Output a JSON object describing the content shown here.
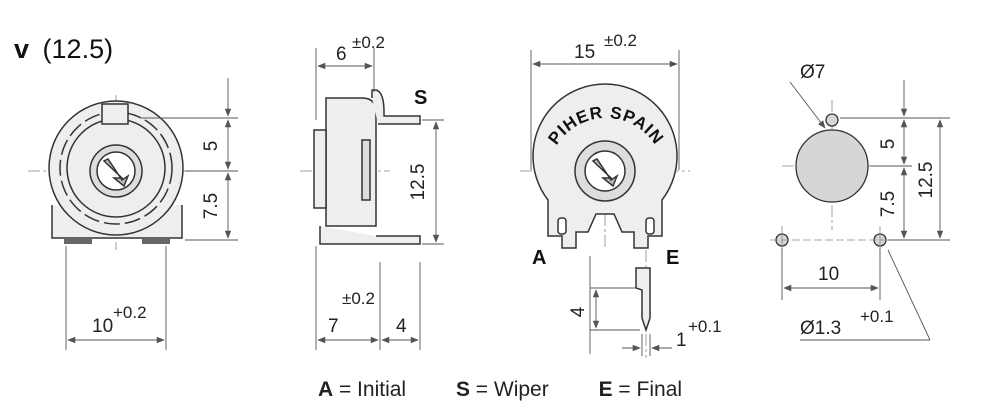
{
  "title": {
    "code": "v",
    "size": "(12.5)"
  },
  "front_view": {
    "dim_top": "5",
    "dim_bottom": "7.5",
    "dim_width": "10",
    "dim_width_tol": "+0.2"
  },
  "side_view": {
    "dim_thickness": "6",
    "dim_thickness_tol": "±0.2",
    "dim_height": "12.5",
    "dim_left": "7",
    "dim_right": "4",
    "dim_bottom_tol": "±0.2",
    "pin_label": "S"
  },
  "back_view": {
    "dim_width": "15",
    "dim_width_tol": "±0.2",
    "brand_top": "PIHER SPAIN",
    "pin_left": "A",
    "pin_right": "E"
  },
  "pin_detail": {
    "dim_length": "4",
    "dim_width": "1",
    "dim_width_tol": "+0.1"
  },
  "pcb_layout": {
    "dim_hole_dia": "Ø7",
    "dim_top": "5",
    "dim_bottom": "7.5",
    "dim_height": "12.5",
    "dim_spacing": "10",
    "dim_pin_dia": "Ø1.3",
    "dim_pin_dia_tol": "+0.1"
  },
  "legend": [
    {
      "key": "A",
      "text": " = Initial"
    },
    {
      "key": "S",
      "text": " = Wiper"
    },
    {
      "key": "E",
      "text": " = Final"
    }
  ],
  "colors": {
    "body_fill": "#eeeeee",
    "wiper_fill": "#dddddd",
    "line": "#333333",
    "dim_line": "#555555",
    "hole_fill": "#d6d6d6"
  }
}
